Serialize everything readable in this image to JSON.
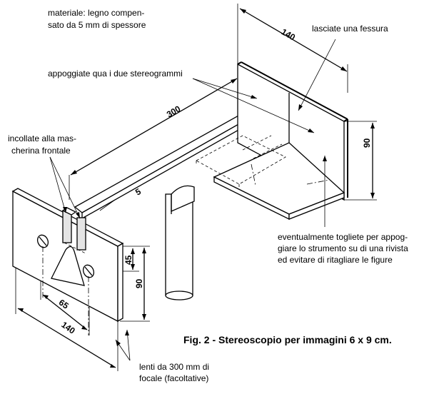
{
  "annotations": {
    "material": [
      "materiale: legno compen-",
      "sato da 5 mm di spessore"
    ],
    "gap": "lasciate una fessura",
    "stereograms": "appoggiate qua i due stereogrammi",
    "glue": [
      "incollate alla mas-",
      "cherina frontale"
    ],
    "optional": [
      "eventualmente togliete per appog-",
      "giare lo strumento su di una rivista",
      "ed evitare di ritagliare le figure"
    ],
    "lenses": [
      "lenti da 300 mm di",
      "focale (facoltative)"
    ]
  },
  "dimensions": {
    "top_width": "140",
    "length": "300",
    "thickness": "5",
    "back_height": "90",
    "front_height": "90",
    "lens_height": "45",
    "lens_spacing": "65",
    "front_width": "140"
  },
  "caption": "Fig. 2 - Stereoscopio per immagini 6 x 9 cm."
}
